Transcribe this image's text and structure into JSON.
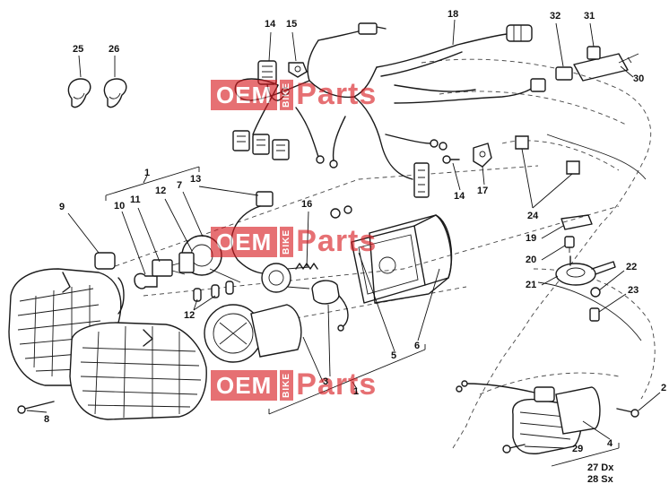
{
  "callouts": {
    "n1a": "1",
    "n1b": "1",
    "n2": "2",
    "n3": "3",
    "n4": "4",
    "n5": "5",
    "n6": "6",
    "n7": "7",
    "n8": "8",
    "n9": "9",
    "n10": "10",
    "n11": "11",
    "n12a": "12",
    "n12b": "12",
    "n13": "13",
    "n14a": "14",
    "n14b": "14",
    "n15": "15",
    "n16": "16",
    "n17": "17",
    "n18": "18",
    "n19": "19",
    "n20": "20",
    "n21": "21",
    "n22": "22",
    "n23": "23",
    "n24": "24",
    "n25": "25",
    "n26": "26",
    "n27": "27 Dx",
    "n28": "28 Sx",
    "n29": "29",
    "n30": "30",
    "n31": "31",
    "n32": "32"
  },
  "watermark": {
    "brand": "OEM",
    "bike": "BIKE",
    "parts": "Parts",
    "color": "#d7191f"
  }
}
